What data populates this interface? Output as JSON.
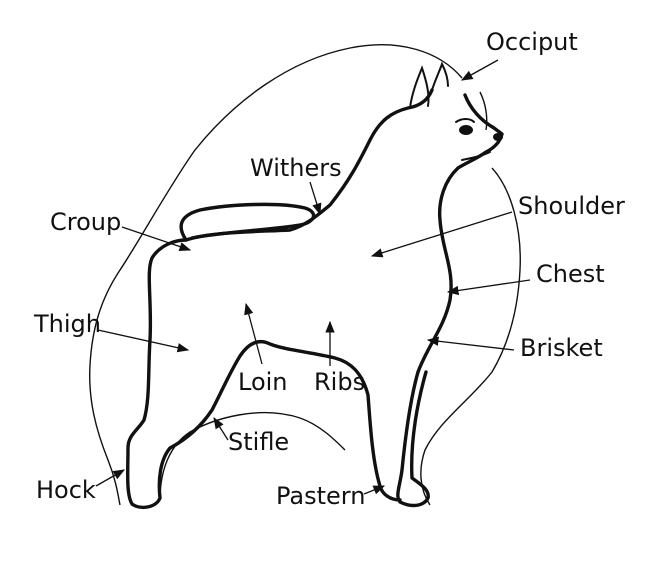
{
  "diagram": {
    "labels": {
      "occiput": "Occiput",
      "withers": "Withers",
      "shoulder": "Shoulder",
      "croup": "Croup",
      "chest": "Chest",
      "thigh": "Thigh",
      "brisket": "Brisket",
      "loin": "Loin",
      "ribs": "Ribs",
      "stifle": "Stifle",
      "hock": "Hock",
      "pastern": "Pastern"
    }
  }
}
